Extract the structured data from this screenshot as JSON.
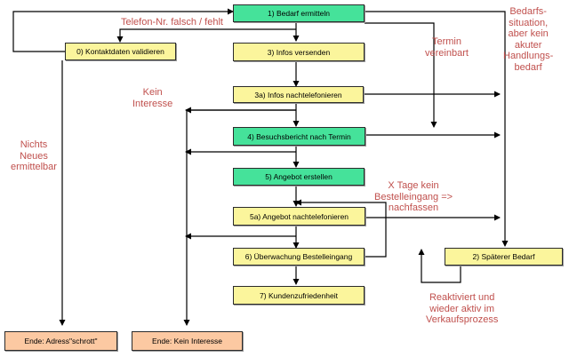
{
  "nodes": {
    "n1": "1) Bedarf ermitteln",
    "n0": "0) Kontaktdaten validieren",
    "n3": "3) Infos versenden",
    "n3a": "3a) Infos nachtelefonieren",
    "n4": "4) Besuchsbericht nach Termin",
    "n5": "5) Angebot erstellen",
    "n5a": "5a) Angebot nachtelefonieren",
    "n6": "6) Überwachung Bestelleingang",
    "n7": "7) Kundenzufriedenheit",
    "n2": "2) Späterer Bedarf",
    "end_adress": "Ende: Adress\"schrott\"",
    "end_interesse": "Ende: Kein Interesse"
  },
  "labels": {
    "telefon_falsch": "Telefon-Nr. falsch / fehlt",
    "termin": "Termin\nvereinbart",
    "kein_interesse": "Kein\nInteresse",
    "nichts_neues": "Nichts\nNeues\nermittelbar",
    "bedarfssituation": "Bedarfs-\nsituation,\naber kein\nakuter\nHandlungs-\nbedarf",
    "x_tage": "X Tage kein\nBestelleingang =>\nnachfassen",
    "reaktiviert": "Reaktiviert und\nwieder aktiv im\nVerkaufsprozess"
  },
  "colors": {
    "green": "#45e29a",
    "yellow": "#fbf59c",
    "orange": "#fcc9a2",
    "label_red": "#c0504d"
  }
}
